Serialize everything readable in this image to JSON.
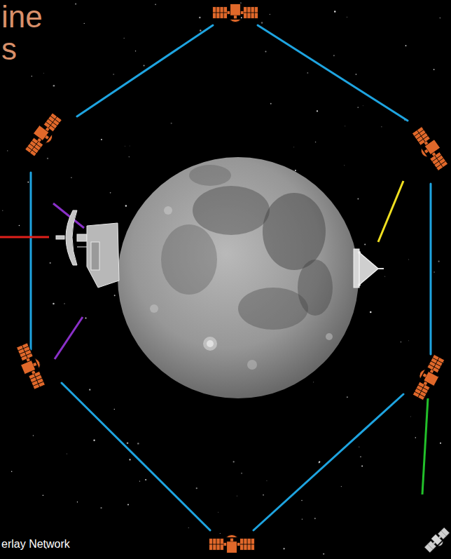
{
  "diagram": {
    "labels": [
      "ine",
      "s",
      "erlay Network"
    ]
  }
}
